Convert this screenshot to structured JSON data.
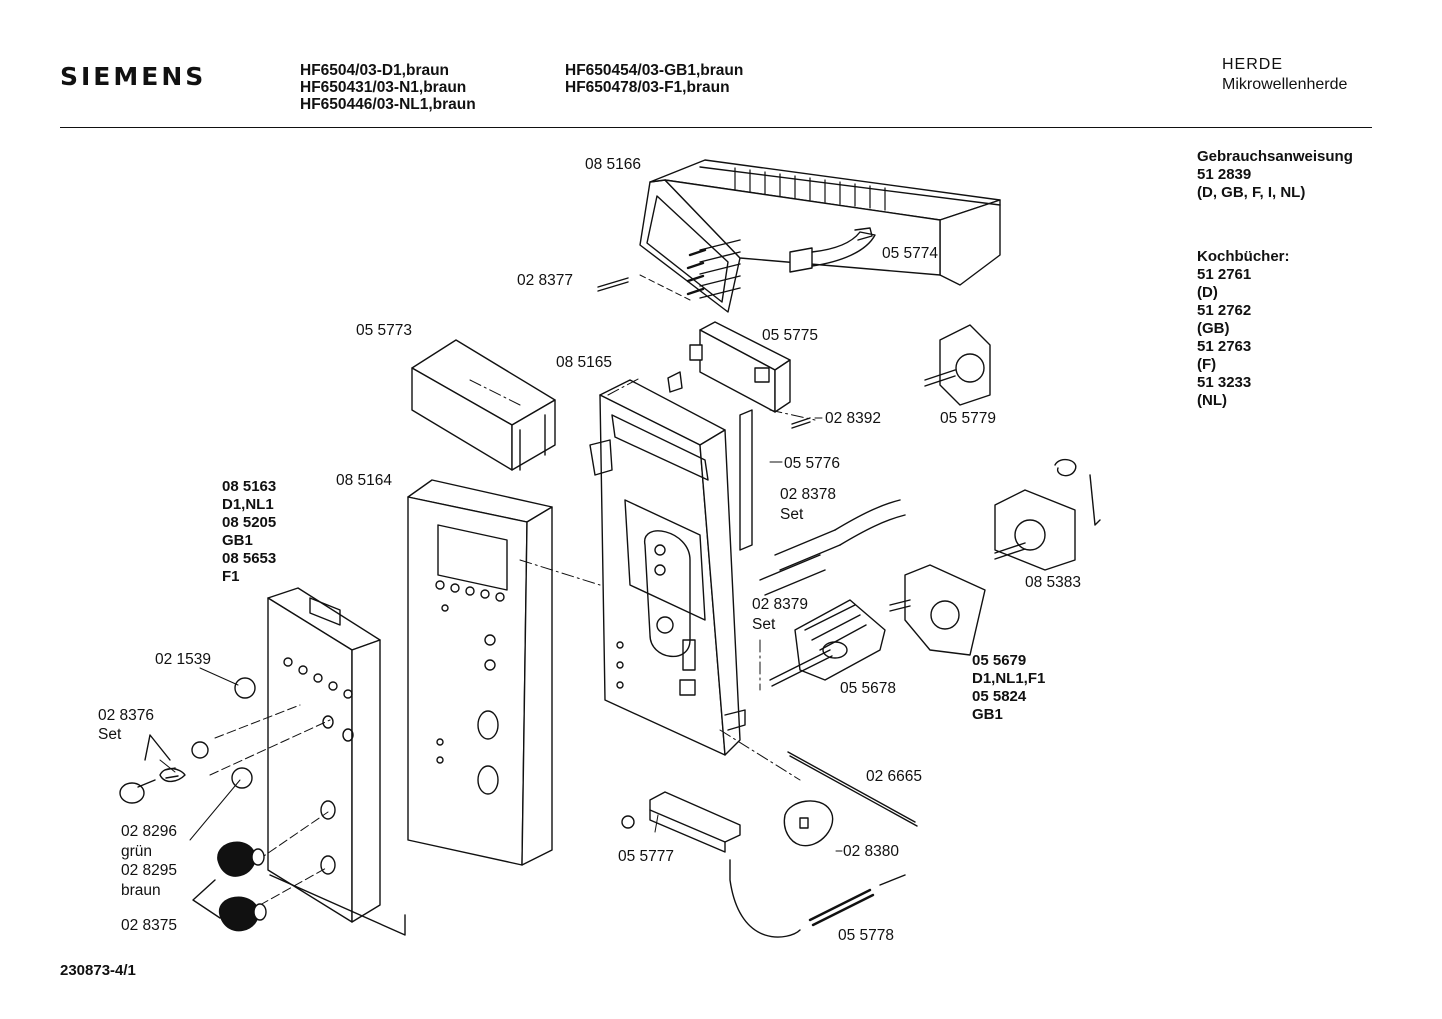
{
  "header": {
    "brand": "SIEMENS",
    "models_col1": [
      "HF6504/03-D1,braun",
      "HF650431/03-N1,braun",
      "HF650446/03-NL1,braun"
    ],
    "models_col2": [
      "HF650454/03-GB1,braun",
      "HF650478/03-F1,braun"
    ],
    "category": "HERDE",
    "subcategory": "Mikrowellenherde"
  },
  "sidebar": {
    "manual_title": "Gebrauchsanweisung",
    "manual_number": "51 2839",
    "manual_langs": "(D, GB, F, I, NL)",
    "cookbooks_title": "Kochbücher:",
    "cookbooks": [
      {
        "number": "51 2761",
        "lang": "(D)"
      },
      {
        "number": "51 2762",
        "lang": "(GB)"
      },
      {
        "number": "51 2763",
        "lang": "(F)"
      },
      {
        "number": "51 3233",
        "lang": "(NL)"
      }
    ]
  },
  "parts": {
    "p085166": "08 5166",
    "p055774": "05 5774",
    "p028377": "02 8377",
    "p055773": "05 5773",
    "p055775": "05 5775",
    "p085165": "08 5165",
    "p055779": "05 5779",
    "p028392": "02 8392",
    "p055776": "05 5776",
    "p085164": "08 5164",
    "p028378": "02 8378",
    "set1": "Set",
    "p085383": "08 5383",
    "p028379": "02 8379",
    "set2": "Set",
    "p055679": "05 5679",
    "v055679": "D1,NL1,F1",
    "p055824": "05 5824",
    "v055824": "GB1",
    "p055678": "05 5678",
    "p085163": "08 5163",
    "v085163": "D1,NL1",
    "p085205": "08 5205",
    "v085205": "GB1",
    "p085653": "08 5653",
    "v085653": "F1",
    "p021539": "02 1539",
    "p028376": "02 8376",
    "set3": "Set",
    "p028296": "02 8296",
    "v028296": "grün",
    "p028295": "02 8295",
    "v028295": "braun",
    "p028375": "02 8375",
    "p026665": "02 6665",
    "p055777": "05 5777",
    "p028380": "02 8380",
    "p055778": "05 5778"
  },
  "footer": {
    "drawing_number": "230873-4/1"
  }
}
